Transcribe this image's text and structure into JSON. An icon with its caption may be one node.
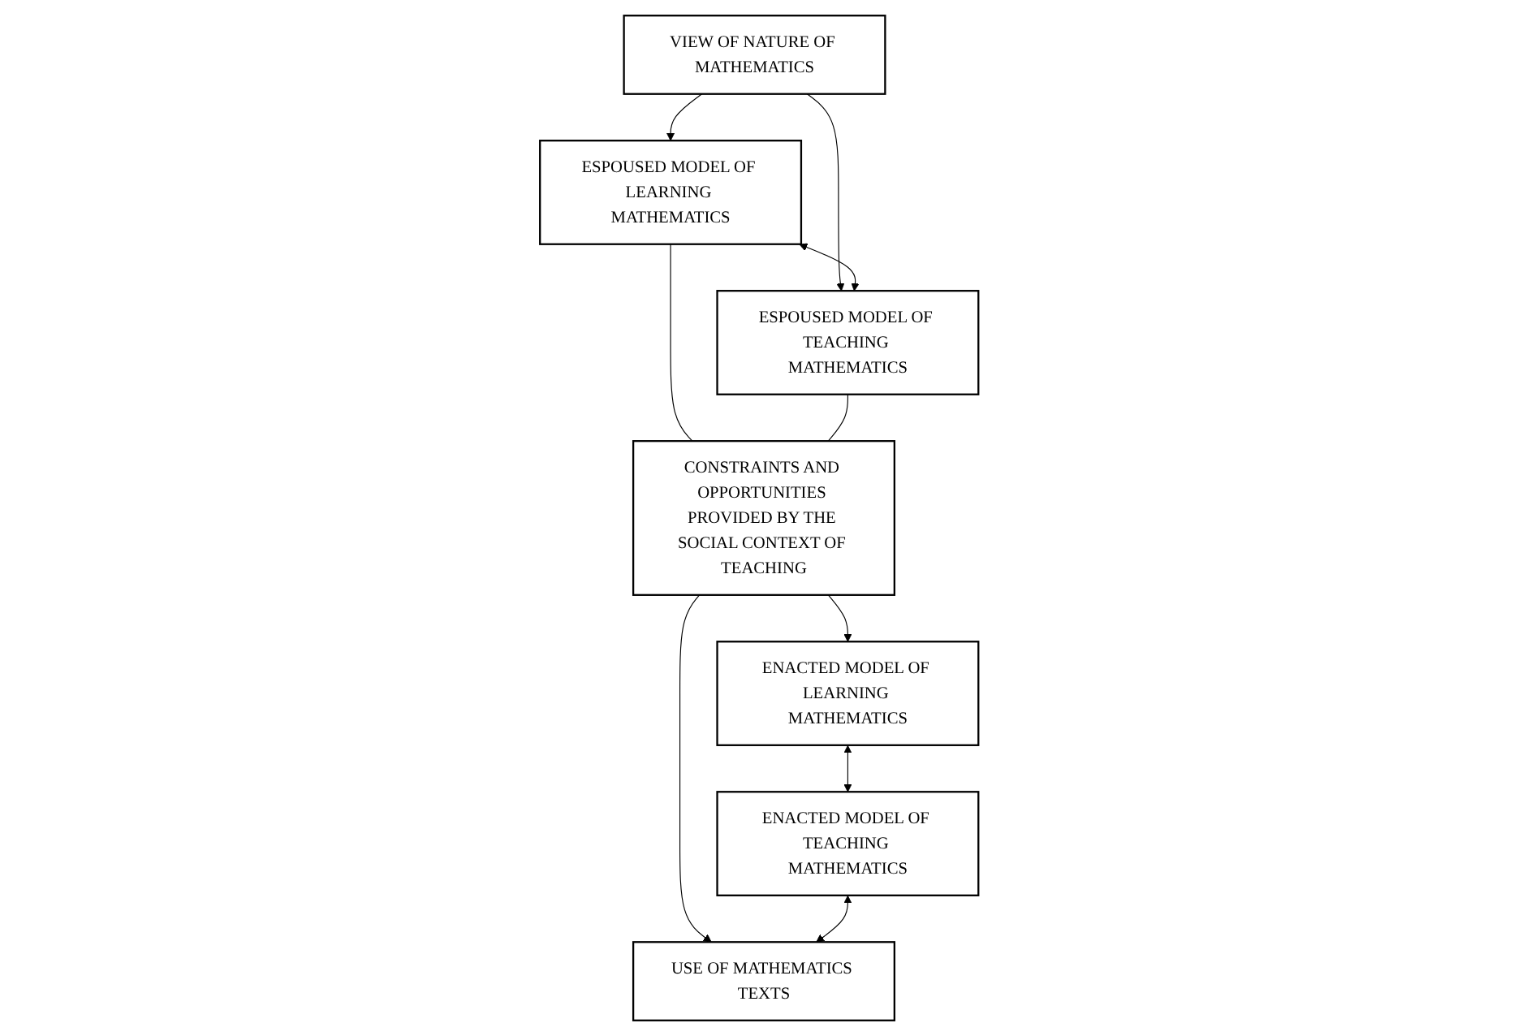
{
  "diagram": {
    "nodes": [
      {
        "text": [
          "VIEW OF NATURE OF MATHEMATICS"
        ]
      },
      {
        "text": [
          "ESPOUSED MODEL OF LEARNING MATHEMATICS"
        ]
      },
      {
        "text": [
          "ESPOUSED MODEL OF TEACHING MATHEMATICS"
        ]
      },
      {
        "text": [
          "CONSTRAINTS AND OPPORTUNITIES PROVIDED BY THE SOCIAL CONTEXT OF TEACHING"
        ]
      },
      {
        "text": [
          "ENACTED MODEL OF LEARNING MATHEMATICS"
        ]
      },
      {
        "text": [
          "ENACTED MODEL OF TEACHING MATHEMATICS"
        ]
      },
      {
        "text": [
          "USE OF MATHEMATICS TEXTS"
        ]
      }
    ],
    "edges": [
      {
        "from": 0,
        "to": 1,
        "arrow": "to"
      },
      {
        "from": 0,
        "to": 2,
        "arrow": "to"
      },
      {
        "from": 1,
        "to": 2,
        "arrow": "both"
      },
      {
        "from": 1,
        "to": 3,
        "arrow": "none"
      },
      {
        "from": 2,
        "to": 3,
        "arrow": "none"
      },
      {
        "from": 3,
        "to": 4,
        "arrow": "to"
      },
      {
        "from": 3,
        "to": 6,
        "arrow": "to"
      },
      {
        "from": 4,
        "to": 5,
        "arrow": "both"
      },
      {
        "from": 5,
        "to": 6,
        "arrow": "both"
      }
    ]
  }
}
